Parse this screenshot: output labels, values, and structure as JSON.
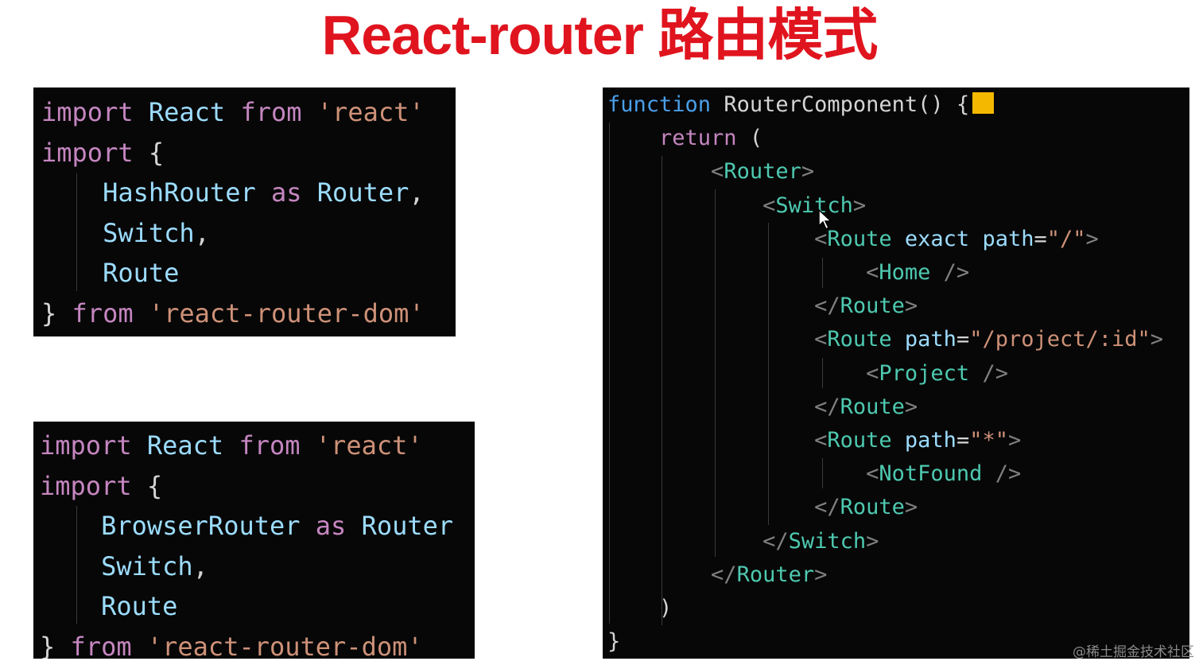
{
  "title": "React-router 路由模式",
  "hash_panel": {
    "lines": [
      [
        "import",
        " ",
        "React",
        " ",
        "from",
        " ",
        "'react'"
      ],
      [
        "import",
        " ",
        "{"
      ],
      [
        "    ",
        "HashRouter",
        " ",
        "as",
        " ",
        "Router",
        ","
      ],
      [
        "    ",
        "Switch",
        ","
      ],
      [
        "    ",
        "Route"
      ],
      [
        "}",
        " ",
        "from",
        " ",
        "'react-router-dom'"
      ]
    ]
  },
  "browser_panel": {
    "lines": [
      [
        "import",
        " ",
        "React",
        " ",
        "from",
        " ",
        "'react'"
      ],
      [
        "import",
        " ",
        "{"
      ],
      [
        "    ",
        "BrowserRouter",
        " ",
        "as",
        " ",
        "Router"
      ],
      [
        "    ",
        "Switch",
        ","
      ],
      [
        "    ",
        "Route"
      ],
      [
        "}",
        " ",
        "from",
        " ",
        "'react-router-dom'"
      ]
    ]
  },
  "router_panel": {
    "lines": [
      [
        "function",
        " ",
        "RouterComponent",
        "()",
        " ",
        "{"
      ],
      [
        "    ",
        "return",
        " ",
        "("
      ],
      [
        "        ",
        "<",
        "Router",
        ">"
      ],
      [
        "            ",
        "<",
        "Switch",
        ">"
      ],
      [
        "                ",
        "<",
        "Route",
        " ",
        "exact",
        " ",
        "path",
        "=",
        "\"/\"",
        ">"
      ],
      [
        "                    ",
        "<",
        "Home",
        " ",
        "/>"
      ],
      [
        "                ",
        "</",
        "Route",
        ">"
      ],
      [
        "                ",
        "<",
        "Route",
        " ",
        "path",
        "=",
        "\"/project/:id\"",
        ">"
      ],
      [
        "                    ",
        "<",
        "Project",
        " ",
        "/>"
      ],
      [
        "                ",
        "</",
        "Route",
        ">"
      ],
      [
        "                ",
        "<",
        "Route",
        " ",
        "path",
        "=",
        "\"*\"",
        ">"
      ],
      [
        "                    ",
        "<",
        "NotFound",
        " ",
        "/>"
      ],
      [
        "                ",
        "</",
        "Route",
        ">"
      ],
      [
        "            ",
        "</",
        "Switch",
        ">"
      ],
      [
        "        ",
        "</",
        "Router",
        ">"
      ],
      [
        "    ",
        ")"
      ],
      [
        "}"
      ]
    ]
  },
  "watermark": "@稀土掘金技术社区"
}
